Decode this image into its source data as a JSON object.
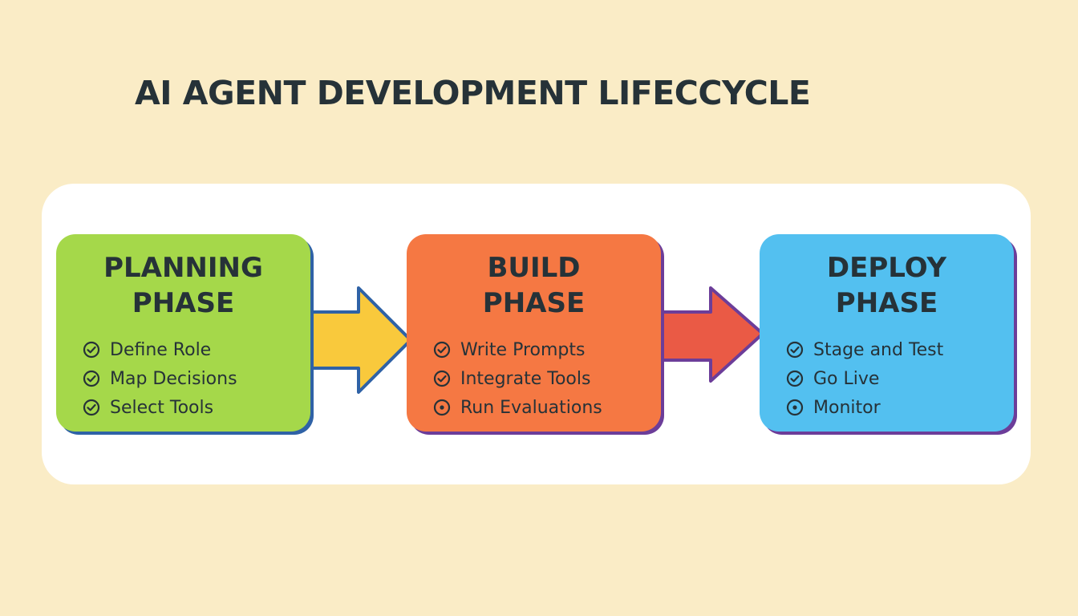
{
  "title": "AI AGENT DEVELOPMENT LIFECCYCLE",
  "colors": {
    "background": "#faecc6",
    "panel": "#ffffff",
    "planning": "#a5d84a",
    "build": "#f57843",
    "deploy": "#53c0f0",
    "arrow_1": "#f9c93c",
    "arrow_2": "#ea5a45",
    "text": "#263238"
  },
  "phases": [
    {
      "title_line1": "PLANNING",
      "title_line2": "PHASE",
      "items": [
        {
          "label": "Define Role",
          "icon": "check-circle-icon"
        },
        {
          "label": "Map Decisions",
          "icon": "check-circle-icon"
        },
        {
          "label": "Select Tools",
          "icon": "check-circle-icon"
        }
      ]
    },
    {
      "title_line1": "BUILD",
      "title_line2": "PHASE",
      "items": [
        {
          "label": "Write Prompts",
          "icon": "check-circle-icon"
        },
        {
          "label": "Integrate Tools",
          "icon": "check-circle-icon"
        },
        {
          "label": "Run Evaluations",
          "icon": "dot-circle-icon"
        }
      ]
    },
    {
      "title_line1": "DEPLOY",
      "title_line2": "PHASE",
      "items": [
        {
          "label": "Stage and Test",
          "icon": "check-circle-icon"
        },
        {
          "label": "Go Live",
          "icon": "check-circle-icon"
        },
        {
          "label": "Monitor",
          "icon": "dot-circle-icon"
        }
      ]
    }
  ]
}
